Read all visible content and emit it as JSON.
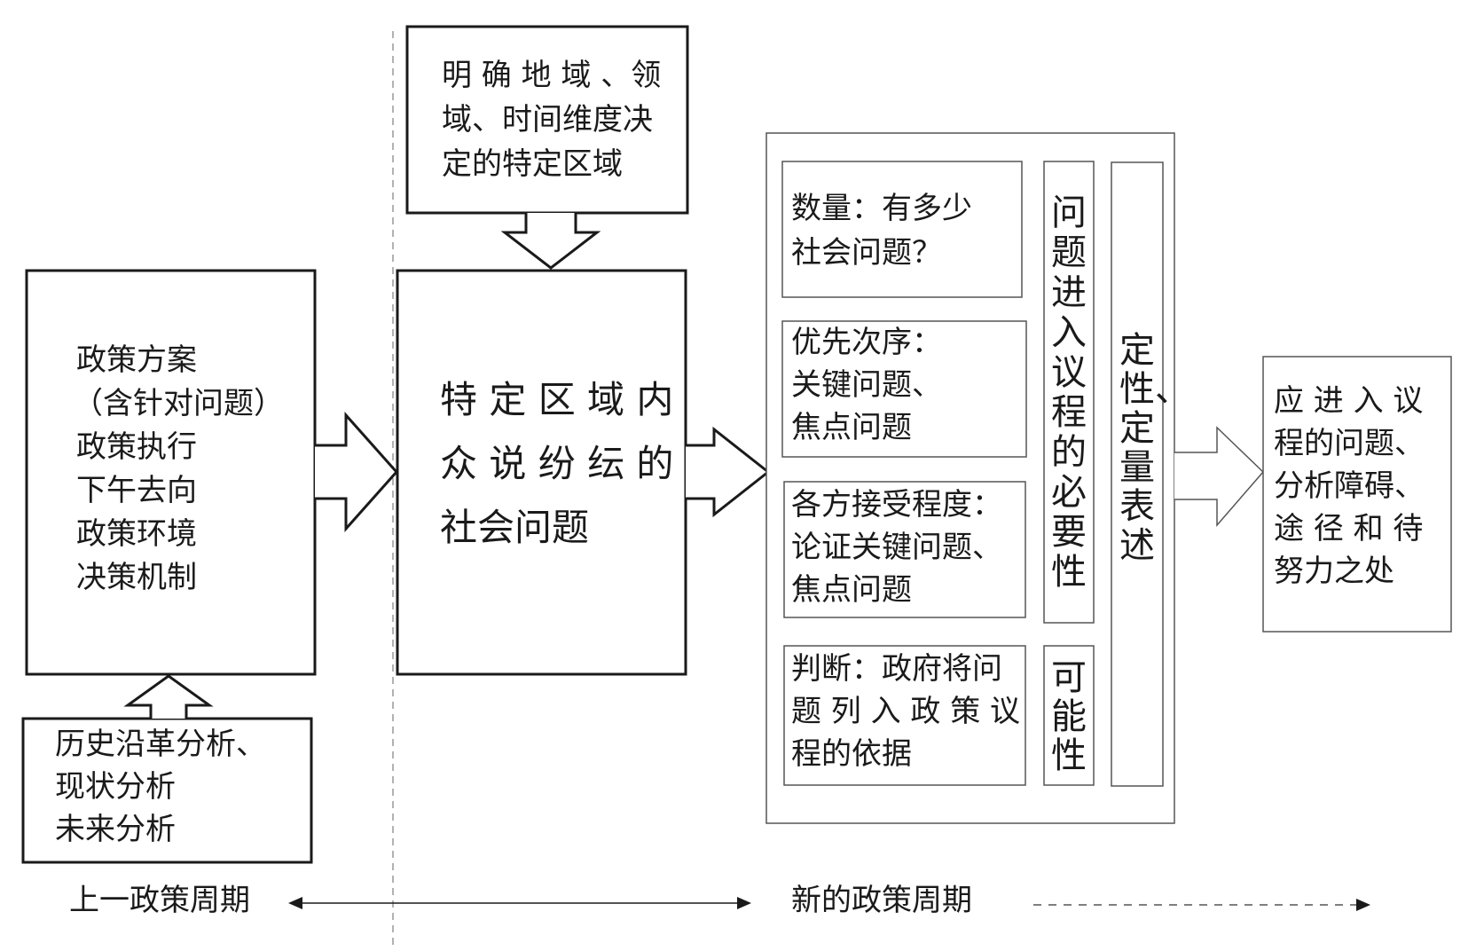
{
  "top_box": {
    "lines": [
      "明 确 地 域 、领",
      "域、时间维度决",
      "定的特定区域"
    ]
  },
  "left_box": {
    "lines": [
      "政策方案",
      "（含针对问题）",
      "政策执行",
      "下午去向",
      "政策环境",
      "决策机制"
    ]
  },
  "bottom_left_box": {
    "lines": [
      "历史沿革分析、",
      "现状分析",
      "未来分析"
    ]
  },
  "center_box": {
    "lines": [
      "特 定 区 域 内",
      "众 说 纷 纭 的",
      "社会问题"
    ]
  },
  "analysis": {
    "quantity": [
      "数量：有多少",
      "社会问题？"
    ],
    "priority": [
      "优先次序：",
      "关键问题、",
      "焦点问题"
    ],
    "acceptance": [
      "各方接受程度：",
      "论证关键问题、",
      "焦点问题"
    ],
    "judgement": [
      "判断：政府将问",
      "题 列 入 政 策 议",
      "程的依据"
    ],
    "necessity": "问题进入议程的必要性",
    "possibility": "可能性",
    "expression": "定性、定量表述"
  },
  "right_box": {
    "lines": [
      "应 进 入 议",
      "程的问题、",
      "分析障碍、",
      "途 径 和 待",
      "努力之处"
    ]
  },
  "timeline": {
    "previous_cycle": "上一政策周期",
    "new_cycle": "新的政策周期"
  }
}
